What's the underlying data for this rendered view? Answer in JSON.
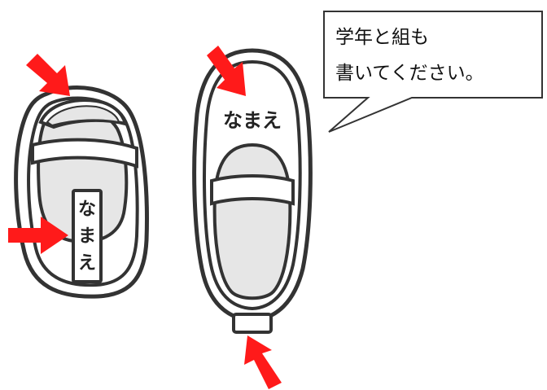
{
  "speech_bubble": {
    "line1": "学年と組も",
    "line2": "書いてください。"
  },
  "left_shoe": {
    "label_chars": [
      "な",
      "ま",
      "え"
    ]
  },
  "right_shoe": {
    "label": "なまえ"
  },
  "colors": {
    "arrow": "#ff1a1a",
    "outline": "#333333",
    "insole": "#e6e6e6",
    "shoe_fill": "#ffffff",
    "bubble_border": "#333333"
  }
}
